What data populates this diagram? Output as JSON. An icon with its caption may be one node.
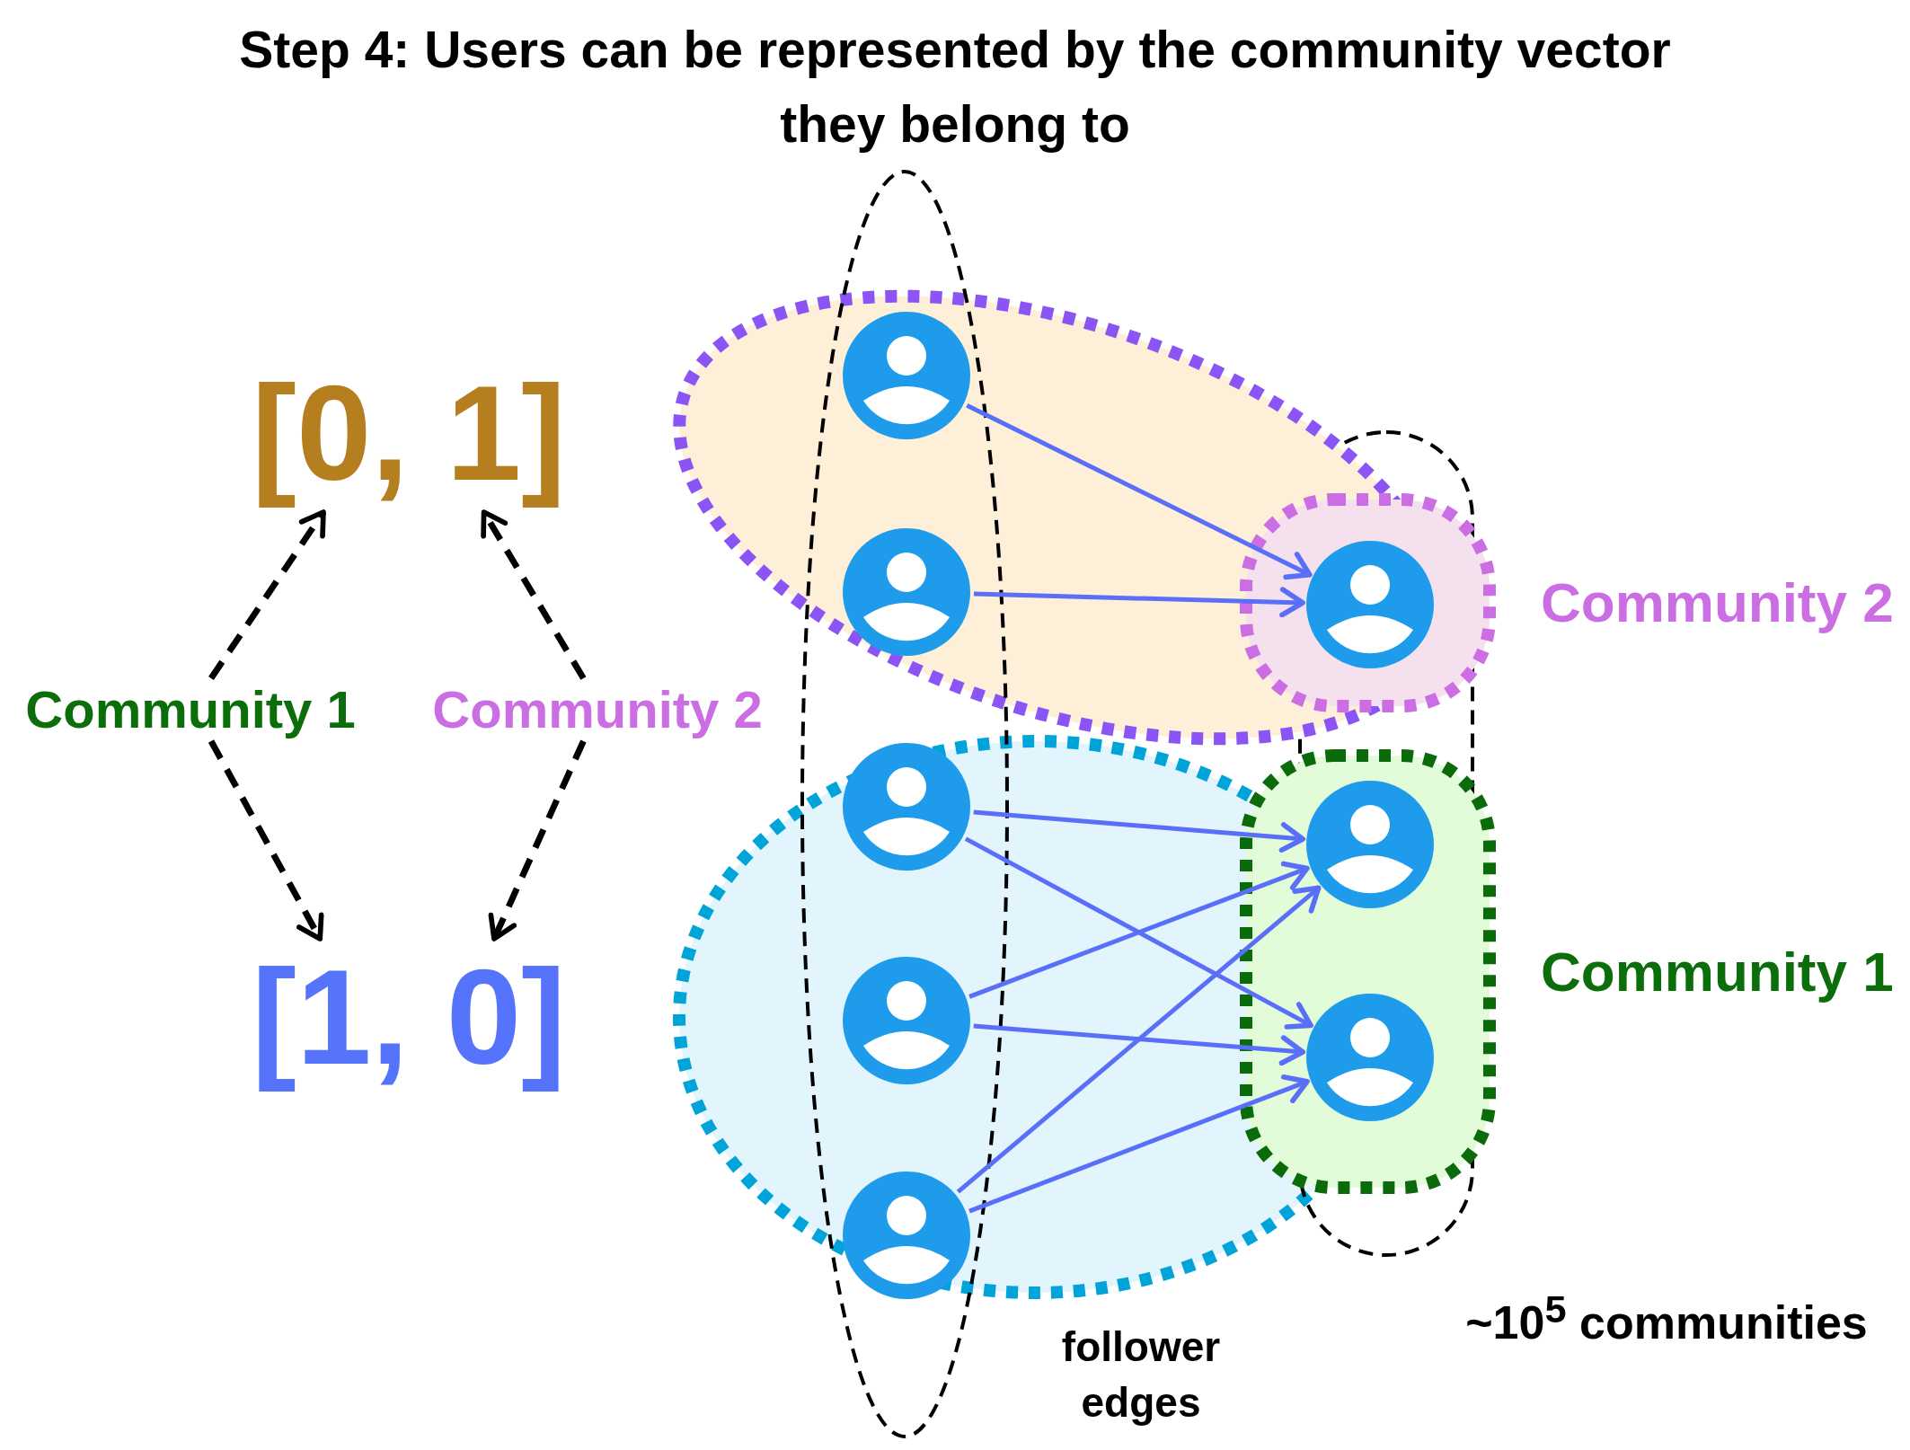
{
  "diagram": {
    "title": "Step 4: Users can be represented by the community vector they belong to",
    "nodes": [
      {
        "text": [
          "[0, 1]"
        ]
      },
      {
        "text": [
          "[1, 0]"
        ]
      },
      {
        "text": [
          "Community 1"
        ]
      },
      {
        "text": [
          "Community 2"
        ]
      },
      {
        "text": [
          "Community 2"
        ]
      },
      {
        "text": [
          "Community 1"
        ]
      },
      {
        "text": [],
        "shape": "person"
      },
      {
        "text": [],
        "shape": "person"
      },
      {
        "text": [],
        "shape": "person"
      },
      {
        "text": [],
        "shape": "person"
      },
      {
        "text": [],
        "shape": "person"
      },
      {
        "text": [],
        "shape": "person",
        "in": 4
      },
      {
        "text": [],
        "shape": "person",
        "in": 5
      },
      {
        "text": [],
        "shape": "person",
        "in": 5
      }
    ],
    "edges": [
      {
        "from": 2,
        "to": 0,
        "arrow": "to",
        "style": "dashed",
        "color": "#000000"
      },
      {
        "from": 2,
        "to": 1,
        "arrow": "to",
        "style": "dashed",
        "color": "#000000"
      },
      {
        "from": 3,
        "to": 0,
        "arrow": "to",
        "style": "dashed",
        "color": "#000000"
      },
      {
        "from": 3,
        "to": 1,
        "arrow": "to",
        "style": "dashed",
        "color": "#000000"
      },
      {
        "from": 6,
        "to": 11,
        "arrow": "to"
      },
      {
        "from": 7,
        "to": 11,
        "arrow": "to"
      },
      {
        "from": 8,
        "to": 12,
        "arrow": "to"
      },
      {
        "from": 8,
        "to": 13,
        "arrow": "to"
      },
      {
        "from": 9,
        "to": 12,
        "arrow": "to"
      },
      {
        "from": 9,
        "to": 13,
        "arrow": "to"
      },
      {
        "from": 10,
        "to": 12,
        "arrow": "to"
      },
      {
        "from": 10,
        "to": 13,
        "arrow": "to"
      }
    ],
    "labels": [
      "follower edges",
      "~10$^{5}$ communities"
    ]
  }
}
